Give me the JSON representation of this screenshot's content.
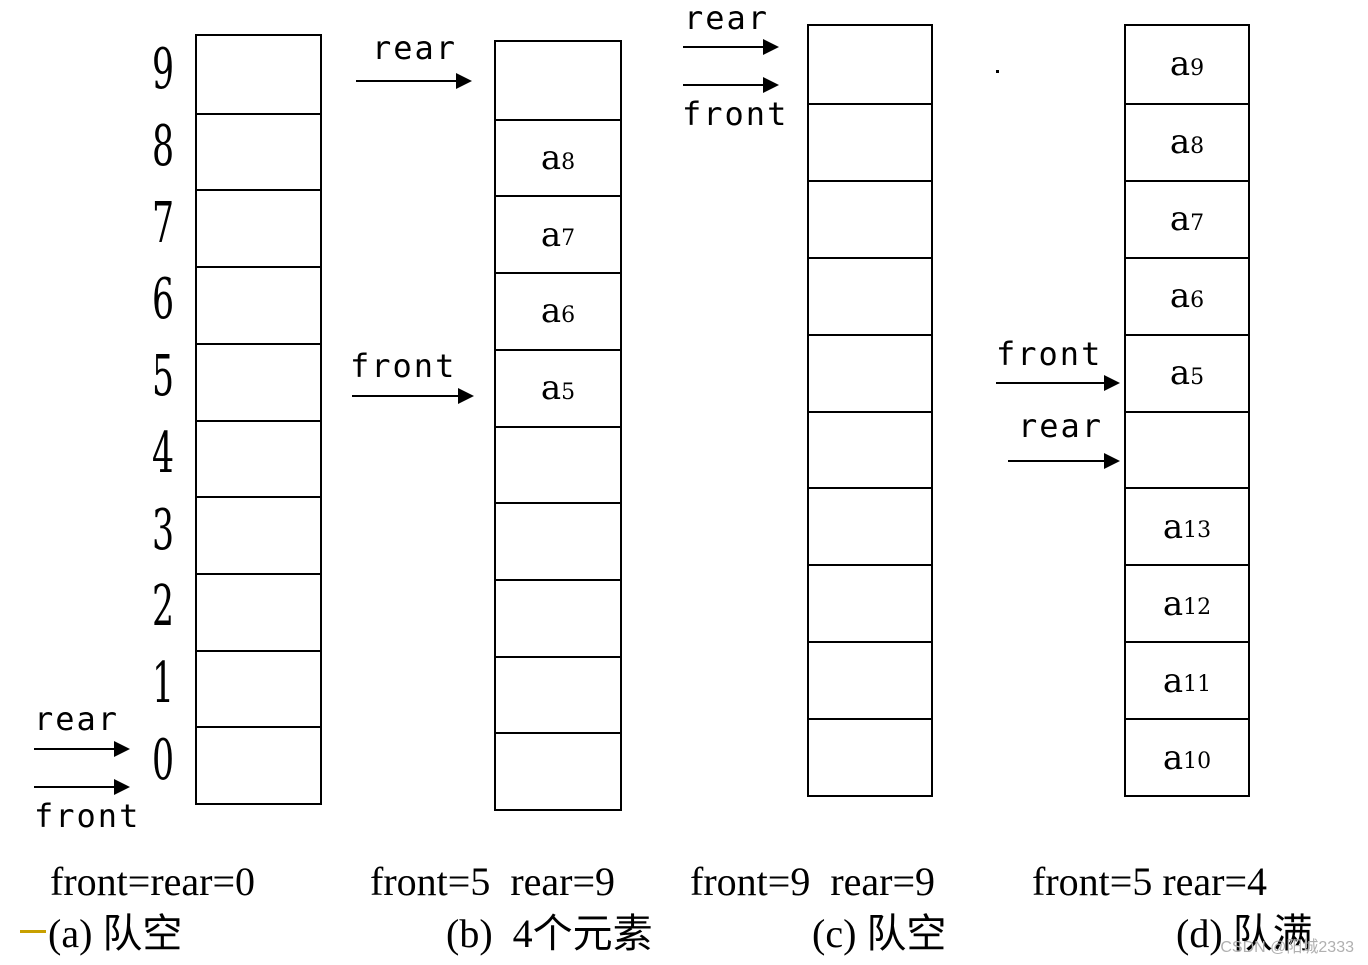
{
  "indices": [
    "9",
    "8",
    "7",
    "6",
    "5",
    "4",
    "3",
    "2",
    "1",
    "0"
  ],
  "labels": {
    "rear": "rear",
    "front": "front"
  },
  "panels": [
    {
      "id": "a",
      "state": "front=rear=0",
      "caption": "(a) 队空",
      "elements": [
        "",
        "",
        "",
        "",
        "",
        "",
        "",
        "",
        "",
        ""
      ]
    },
    {
      "id": "b",
      "state": "front=5  rear=9",
      "caption": "(b)  4个元素",
      "elements": [
        "",
        "a8",
        "a7",
        "a6",
        "a5",
        "",
        "",
        "",
        "",
        ""
      ]
    },
    {
      "id": "c",
      "state": "front=9  rear=9",
      "caption": "(c) 队空",
      "elements": [
        "",
        "",
        "",
        "",
        "",
        "",
        "",
        "",
        "",
        ""
      ]
    },
    {
      "id": "d",
      "state": "front=5 rear=4",
      "caption": "(d) 队满",
      "elements": [
        "a9",
        "a8",
        "a7",
        "a6",
        "a5",
        "",
        "a13",
        "a12",
        "a11",
        "a10"
      ]
    }
  ],
  "watermark": "CSDN @阳城2333"
}
